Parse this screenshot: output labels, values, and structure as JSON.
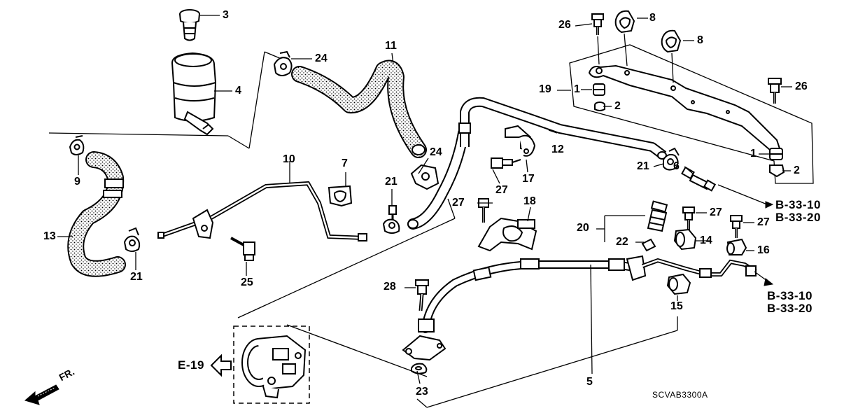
{
  "diagram": {
    "code": "SCVAB3300A",
    "direction_label": "FR.",
    "ref_e": "E-19",
    "ref_b_upper": [
      "B-33-10",
      "B-33-20"
    ],
    "ref_b_lower": [
      "B-33-10",
      "B-33-20"
    ],
    "parts": {
      "p1a": "1",
      "p1b": "1",
      "p2a": "2",
      "p2b": "2",
      "p3": "3",
      "p4": "4",
      "p5": "5",
      "p6": "6",
      "p7": "7",
      "p8a": "8",
      "p8b": "8",
      "p9": "9",
      "p10": "10",
      "p11": "11",
      "p12": "12",
      "p13": "13",
      "p14": "14",
      "p15": "15",
      "p16": "16",
      "p17": "17",
      "p18": "18",
      "p19": "19",
      "p20": "20",
      "p21a": "21",
      "p21b": "21",
      "p21c": "21",
      "p22": "22",
      "p23": "23",
      "p24a": "24",
      "p24b": "24",
      "p25": "25",
      "p26a": "26",
      "p26b": "26",
      "p27a": "27",
      "p27b": "27",
      "p27c": "27",
      "p27d": "27",
      "p28": "28"
    }
  }
}
